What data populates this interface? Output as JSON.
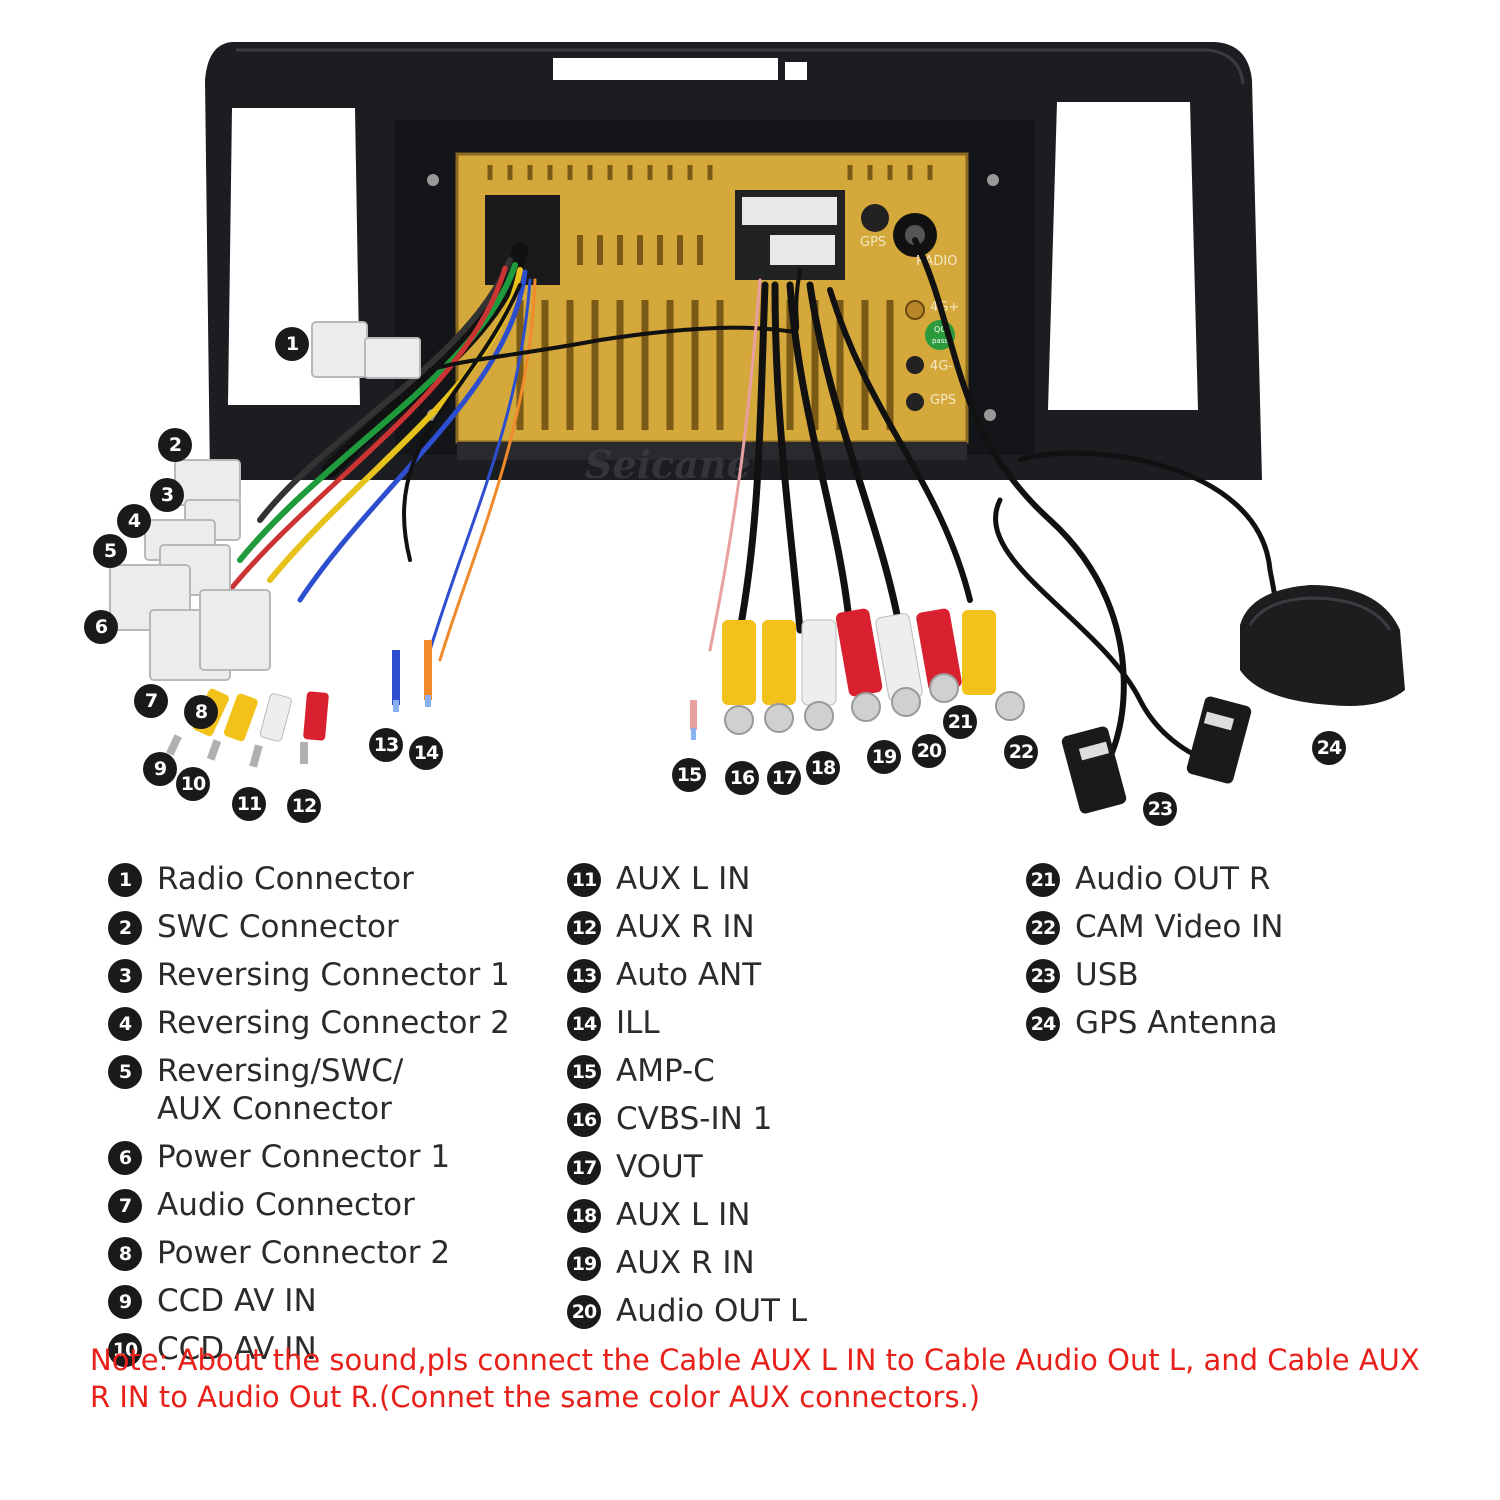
{
  "watermark": "Seicane",
  "unit_markings": {
    "gps": "GPS",
    "radio": "RADIO",
    "fourg_a": "4G+",
    "fourg_b": "4G-",
    "gps2": "GPS",
    "qc": "QC",
    "pass": "pass"
  },
  "callouts": [
    "1",
    "2",
    "3",
    "4",
    "5",
    "6",
    "7",
    "8",
    "9",
    "10",
    "11",
    "12",
    "13",
    "14",
    "15",
    "16",
    "17",
    "18",
    "19",
    "20",
    "21",
    "22",
    "23",
    "24"
  ],
  "legend": {
    "column1": [
      {
        "num": "1",
        "label": "Radio Connector"
      },
      {
        "num": "2",
        "label": "SWC Connector"
      },
      {
        "num": "3",
        "label": "Reversing Connector 1"
      },
      {
        "num": "4",
        "label": "Reversing Connector 2"
      },
      {
        "num": "5",
        "label": "Reversing/SWC/ AUX Connector"
      },
      {
        "num": "6",
        "label": "Power Connector 1"
      },
      {
        "num": "7",
        "label": "Audio Connector"
      },
      {
        "num": "8",
        "label": "Power Connector 2"
      },
      {
        "num": "9",
        "label": "CCD AV IN"
      },
      {
        "num": "10",
        "label": "CCD AV IN"
      }
    ],
    "column2": [
      {
        "num": "11",
        "label": "AUX L IN"
      },
      {
        "num": "12",
        "label": "AUX R IN"
      },
      {
        "num": "13",
        "label": "Auto ANT"
      },
      {
        "num": "14",
        "label": "ILL"
      },
      {
        "num": "15",
        "label": "AMP-C"
      },
      {
        "num": "16",
        "label": "CVBS-IN 1"
      },
      {
        "num": "17",
        "label": "VOUT"
      },
      {
        "num": "18",
        "label": "AUX L IN"
      },
      {
        "num": "19",
        "label": "AUX R IN"
      },
      {
        "num": "20",
        "label": "Audio OUT L"
      }
    ],
    "column3": [
      {
        "num": "21",
        "label": "Audio OUT R"
      },
      {
        "num": "22",
        "label": "CAM Video IN"
      },
      {
        "num": "23",
        "label": "USB"
      },
      {
        "num": "24",
        "label": "GPS Antenna"
      }
    ]
  },
  "note": "Note: About the sound,pls connect the Cable AUX L IN to Cable Audio Out L, and Cable AUX R IN to  Audio Out R.(Connet the same color AUX connectors.)",
  "colors": {
    "frame": "#1c1d21",
    "unit_gold": "#d4a83a",
    "callout_bg": "#1a1a1a",
    "note_text": "#e8201a",
    "rca_yellow": "#f2c21b",
    "rca_red": "#d9202e",
    "rca_white": "#eeeeee"
  }
}
